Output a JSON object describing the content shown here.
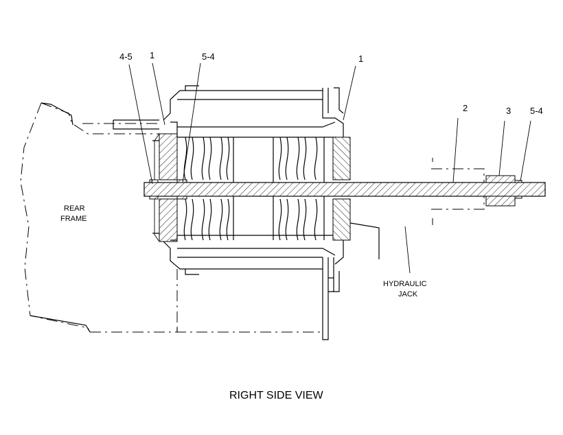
{
  "labels": {
    "callout_4_5": "4-5",
    "callout_1_left": "1",
    "callout_5_4_left": "5-4",
    "callout_1_right": "1",
    "callout_2": "2",
    "callout_3": "3",
    "callout_5_4_right": "5-4",
    "rear_frame_line1": "REAR",
    "rear_frame_line2": "FRAME",
    "hydraulic_line1": "HYDRAULIC",
    "hydraulic_line2": "JACK"
  },
  "caption": "RIGHT SIDE VIEW"
}
